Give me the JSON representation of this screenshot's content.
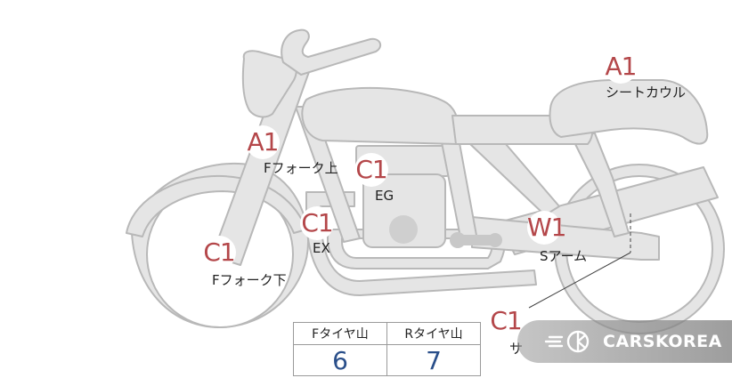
{
  "markers": [
    {
      "id": "seat-cowl",
      "grade": "A1",
      "label": "シートカウル"
    },
    {
      "id": "f-fork-upper",
      "grade": "A1",
      "label": "Fフォーク上"
    },
    {
      "id": "engine",
      "grade": "C1",
      "label": "EG"
    },
    {
      "id": "exhaust",
      "grade": "C1",
      "label": "EX"
    },
    {
      "id": "f-fork-lower",
      "grade": "C1",
      "label": "Fフォーク下"
    },
    {
      "id": "swing-arm",
      "grade": "W1",
      "label": "Sアーム"
    },
    {
      "id": "muffler",
      "grade": "C1",
      "label": "サ"
    }
  ],
  "tire_table": {
    "front_header": "Fタイヤ山",
    "rear_header": "Rタイヤ山",
    "front_value": "6",
    "rear_value": "7"
  },
  "brand": {
    "name": "CARSKOREA",
    "icon": "carskorea-logo-icon"
  },
  "colors": {
    "grade": "#b4474a",
    "tread_value": "#2a4f8a",
    "bike_fill": "#e5e5e5",
    "bike_stroke": "#b8b8b8"
  }
}
